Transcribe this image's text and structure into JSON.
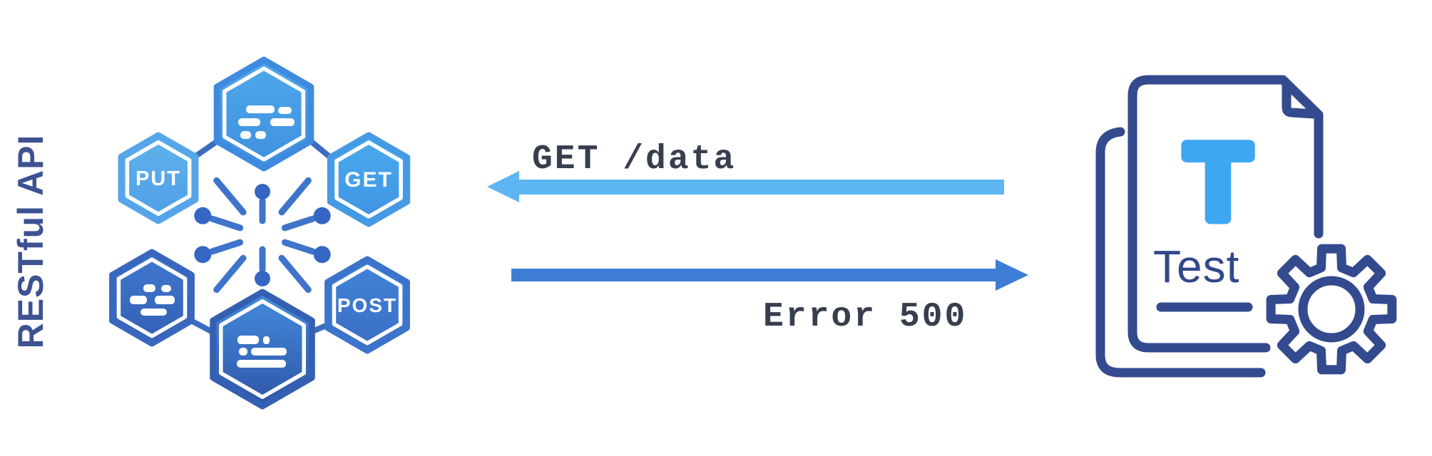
{
  "diagram": {
    "api_node": {
      "title": "RESTful API",
      "methods": {
        "put": "PUT",
        "get": "GET",
        "post": "POST"
      }
    },
    "request": {
      "label": "GET /data",
      "direction": "right-to-left"
    },
    "response": {
      "label": "Error 500",
      "direction": "left-to-right"
    },
    "test_node": {
      "letter": "T",
      "label": "Test"
    }
  },
  "colors": {
    "request_arrow": "#5db6f1",
    "response_arrow": "#3e7dd6",
    "message_text": "#373f4e",
    "outline_navy": "#344a8e",
    "api_title": "#3d5291",
    "test_letter_blue": "#3da7f1",
    "hex_light_blue": "#4aa6ea",
    "hex_deep_blue": "#3a6fc6"
  }
}
